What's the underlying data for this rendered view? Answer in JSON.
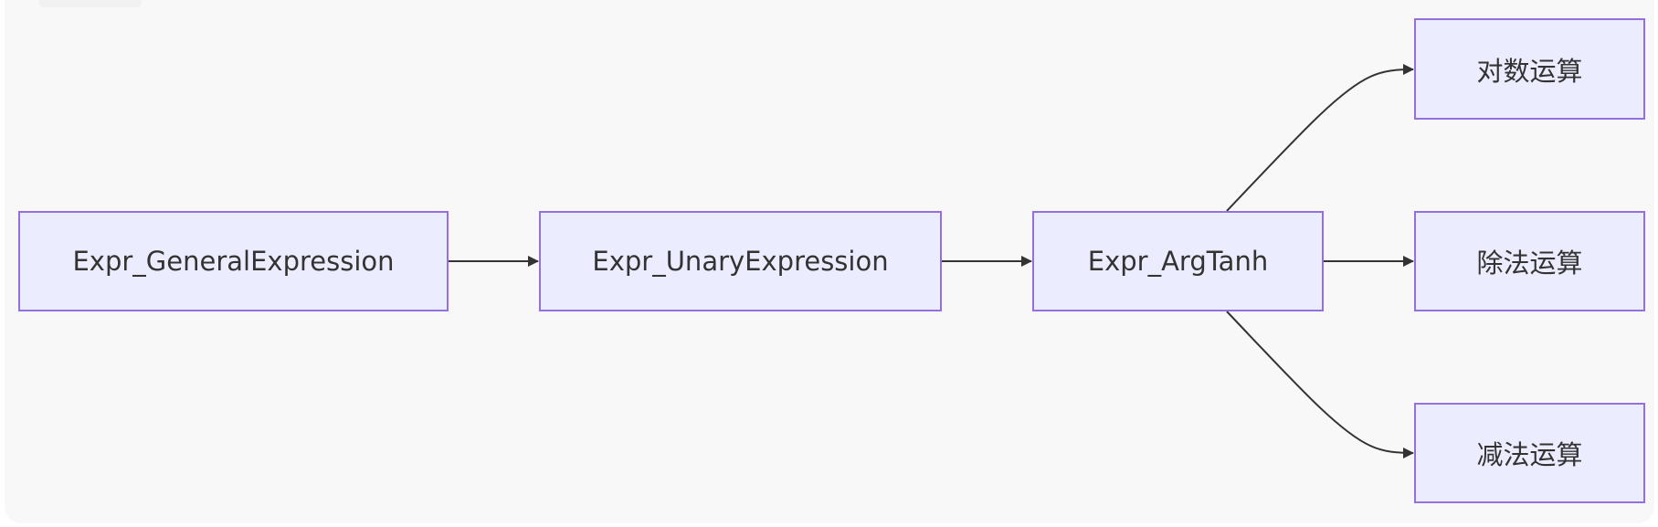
{
  "diagram": {
    "type": "flowchart",
    "direction": "left-to-right",
    "nodes": [
      {
        "id": "general",
        "label": "Expr_GeneralExpression"
      },
      {
        "id": "unary",
        "label": "Expr_UnaryExpression"
      },
      {
        "id": "argtanh",
        "label": "Expr_ArgTanh"
      },
      {
        "id": "log",
        "label": "对数运算"
      },
      {
        "id": "div",
        "label": "除法运算"
      },
      {
        "id": "sub",
        "label": "减法运算"
      }
    ],
    "edges": [
      {
        "from": "general",
        "to": "unary"
      },
      {
        "from": "unary",
        "to": "argtanh"
      },
      {
        "from": "argtanh",
        "to": "log"
      },
      {
        "from": "argtanh",
        "to": "div"
      },
      {
        "from": "argtanh",
        "to": "sub"
      }
    ],
    "colors": {
      "background": "#f8f8f8",
      "node_fill": "#ececff",
      "node_border": "#9370db",
      "edge": "#333333",
      "text": "#333333"
    }
  }
}
